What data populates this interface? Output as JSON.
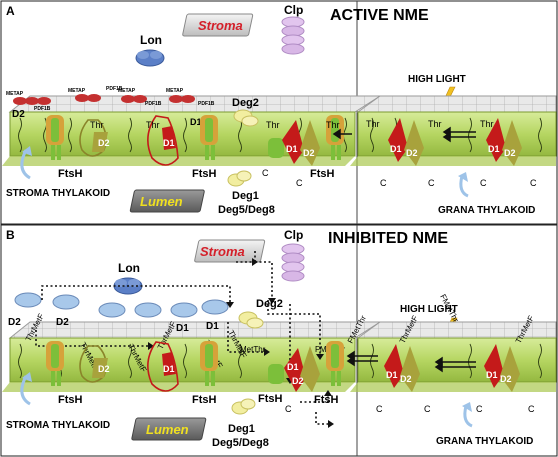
{
  "panel_a": {
    "letter": "A",
    "title": "ACTIVE NME",
    "stroma": "Stroma",
    "lumen": "Lumen",
    "lon": "Lon",
    "clp": "Clp",
    "high_light": "HIGH LIGHT",
    "stroma_thylakoid": "STROMA THYLAKOID",
    "grana_thylakoid": "GRANA THYLAKOID",
    "deg2": "Deg2",
    "deg1": "Deg1",
    "deg58": "Deg5/Deg8",
    "ftsh": "FtsH",
    "d1": "D1",
    "d2": "D2",
    "thr": "Thr",
    "c": "C",
    "metap": "METAP",
    "pdf1b": "PDF1B"
  },
  "panel_b": {
    "letter": "B",
    "title": "INHIBITED NME",
    "stroma": "Stroma",
    "lumen": "Lumen",
    "lon": "Lon",
    "clp": "Clp",
    "high_light": "HIGH LIGHT",
    "stroma_thylakoid": "STROMA THYLAKOID",
    "grana_thylakoid": "GRANA THYLAKOID",
    "deg2": "Deg2",
    "deg1": "Deg1",
    "deg58": "Deg5/Deg8",
    "ftsh": "FtsH",
    "d1": "D1",
    "d2": "D2",
    "thr_metf": "ThrMetF",
    "metthr": "MetThr",
    "fmetthr": "FMetThr",
    "c": "C"
  },
  "colors": {
    "membrane": "#b9d86a",
    "membrane_dark": "#8fb33a",
    "d1": "#c41a1a",
    "d2": "#a8a23c",
    "lon": "#5b7fc7",
    "clp": "#d8b7e6",
    "deg": "#f2eea0",
    "ftsh": "#7cbf3a",
    "stroma_text": "#d4202a",
    "lumen_text": "#f0e020",
    "arrow_blue": "#9ec3e8",
    "light_bolt": "#f0c020"
  }
}
